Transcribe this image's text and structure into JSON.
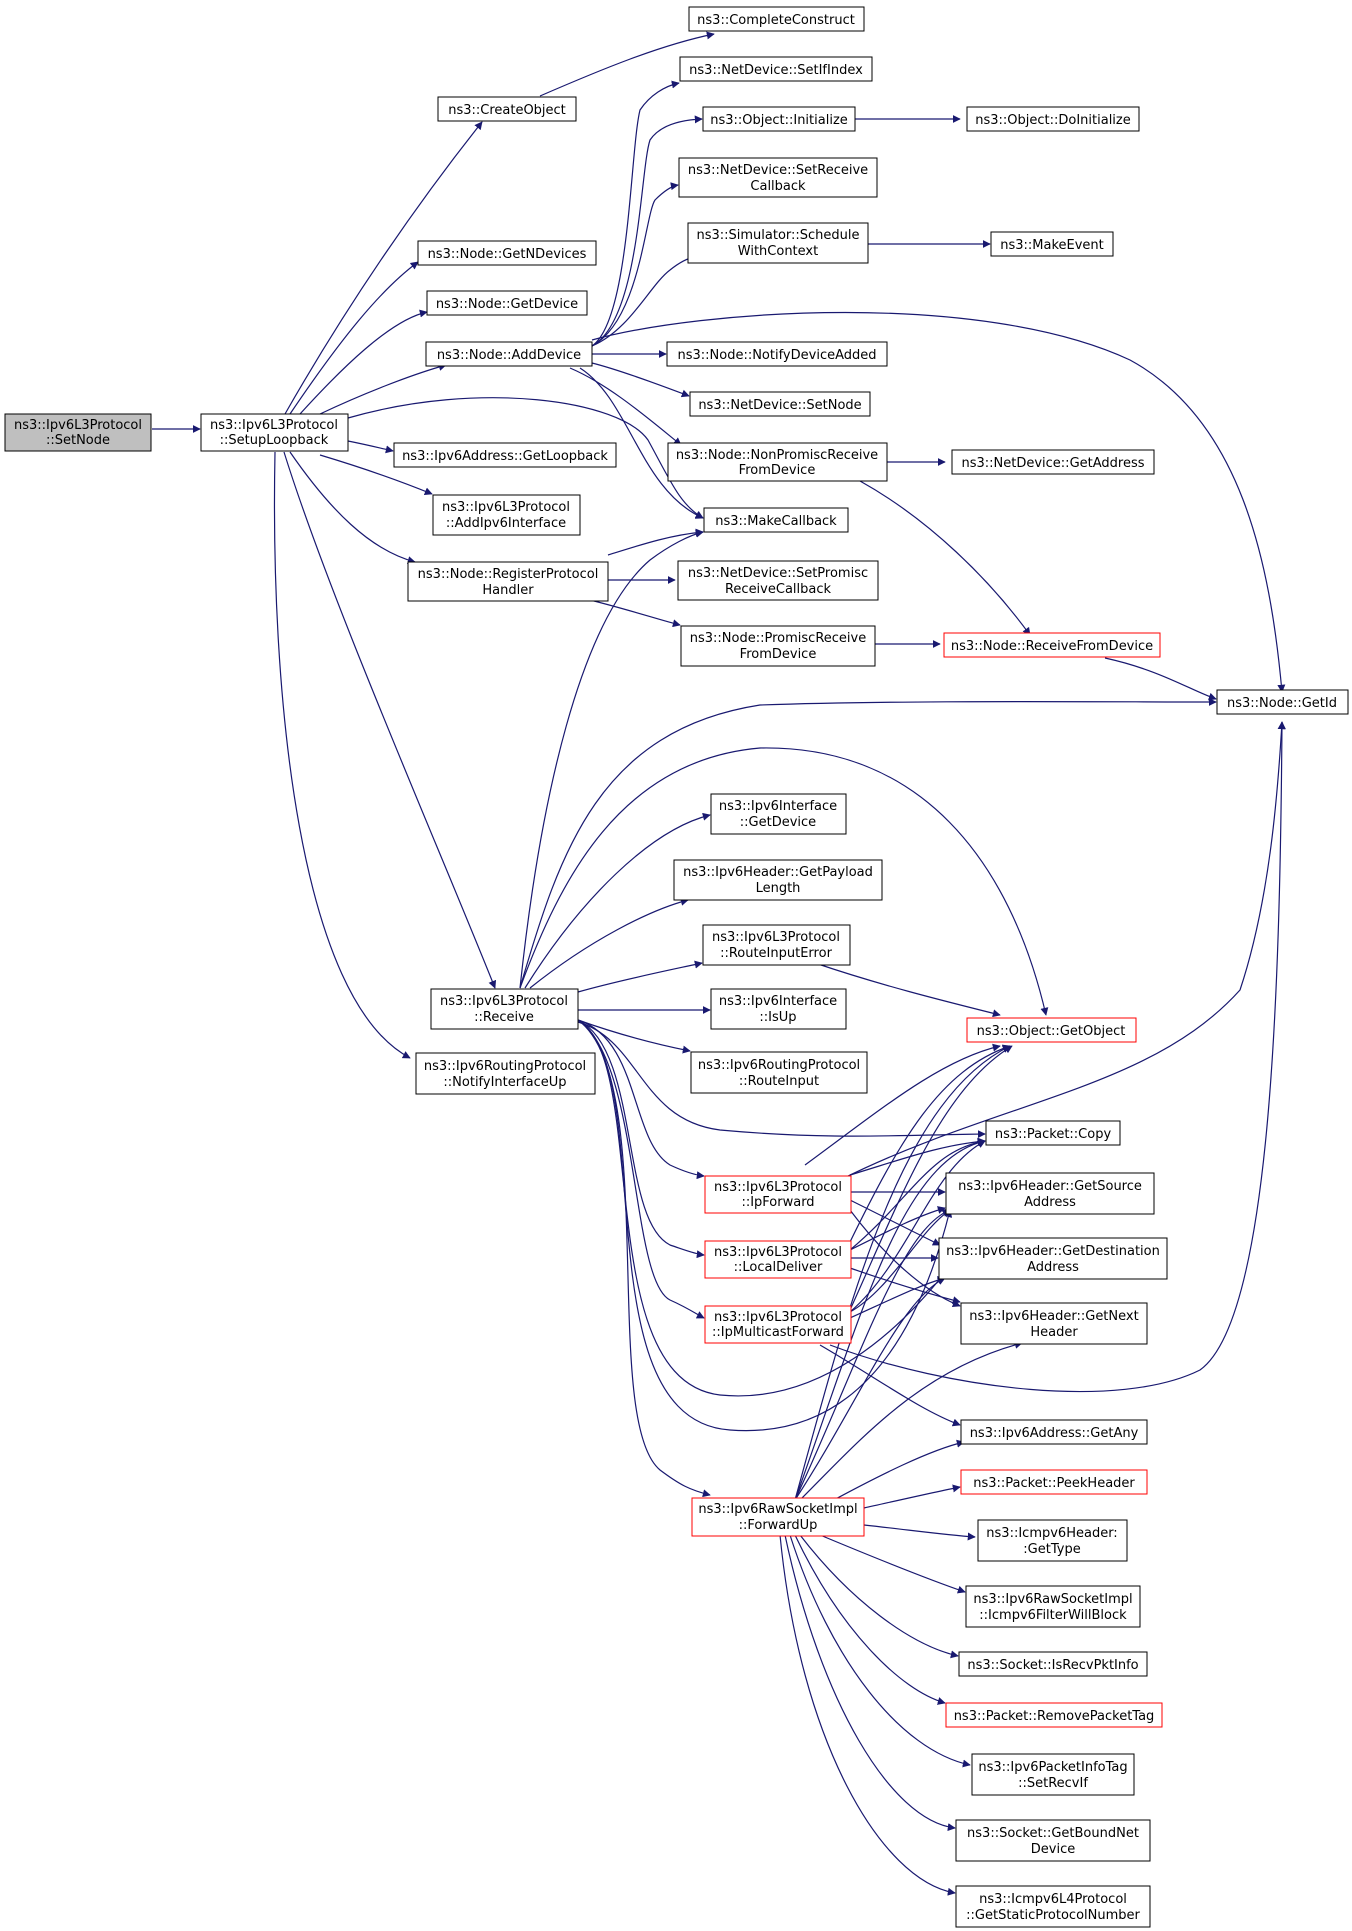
{
  "colors": {
    "edge": "#191970",
    "node_border": "#000000",
    "node_border_truncated": "#ff0000",
    "root_fill": "#bfbfbf",
    "background": "#ffffff"
  },
  "nodes": [
    {
      "id": "setnode",
      "lines": [
        "ns3::Ipv6L3Protocol",
        "::SetNode"
      ],
      "kind": "root"
    },
    {
      "id": "setuploopback",
      "lines": [
        "ns3::Ipv6L3Protocol",
        "::SetupLoopback"
      ],
      "kind": "normal"
    },
    {
      "id": "completeconstruct",
      "lines": [
        "ns3::CompleteConstruct"
      ],
      "kind": "normal"
    },
    {
      "id": "setifindex",
      "lines": [
        "ns3::NetDevice::SetIfIndex"
      ],
      "kind": "normal"
    },
    {
      "id": "createobject",
      "lines": [
        "ns3::CreateObject"
      ],
      "kind": "normal"
    },
    {
      "id": "initialize",
      "lines": [
        "ns3::Object::Initialize"
      ],
      "kind": "normal"
    },
    {
      "id": "doinitialize",
      "lines": [
        "ns3::Object::DoInitialize"
      ],
      "kind": "normal"
    },
    {
      "id": "setreceivecallback",
      "lines": [
        "ns3::NetDevice::SetReceive",
        "Callback"
      ],
      "kind": "normal"
    },
    {
      "id": "schedulewithcontext",
      "lines": [
        "ns3::Simulator::Schedule",
        "WithContext"
      ],
      "kind": "normal"
    },
    {
      "id": "makeevent",
      "lines": [
        "ns3::MakeEvent"
      ],
      "kind": "normal"
    },
    {
      "id": "getndevices",
      "lines": [
        "ns3::Node::GetNDevices"
      ],
      "kind": "normal"
    },
    {
      "id": "getdevice",
      "lines": [
        "ns3::Node::GetDevice"
      ],
      "kind": "normal"
    },
    {
      "id": "adddevice",
      "lines": [
        "ns3::Node::AddDevice"
      ],
      "kind": "normal"
    },
    {
      "id": "notifydeviceadded",
      "lines": [
        "ns3::Node::NotifyDeviceAdded"
      ],
      "kind": "normal"
    },
    {
      "id": "setnode_nd",
      "lines": [
        "ns3::NetDevice::SetNode"
      ],
      "kind": "normal"
    },
    {
      "id": "getloopback",
      "lines": [
        "ns3::Ipv6Address::GetLoopback"
      ],
      "kind": "normal"
    },
    {
      "id": "nonpromisc",
      "lines": [
        "ns3::Node::NonPromiscReceive",
        "FromDevice"
      ],
      "kind": "normal"
    },
    {
      "id": "getaddress",
      "lines": [
        "ns3::NetDevice::GetAddress"
      ],
      "kind": "normal"
    },
    {
      "id": "addipv6interface",
      "lines": [
        "ns3::Ipv6L3Protocol",
        "::AddIpv6Interface"
      ],
      "kind": "normal"
    },
    {
      "id": "makecallback",
      "lines": [
        "ns3::MakeCallback"
      ],
      "kind": "normal"
    },
    {
      "id": "registerprotocolhandler",
      "lines": [
        "ns3::Node::RegisterProtocol",
        "Handler"
      ],
      "kind": "normal"
    },
    {
      "id": "setpromisccb",
      "lines": [
        "ns3::NetDevice::SetPromisc",
        "ReceiveCallback"
      ],
      "kind": "normal"
    },
    {
      "id": "promiscreceive",
      "lines": [
        "ns3::Node::PromiscReceive",
        "FromDevice"
      ],
      "kind": "normal"
    },
    {
      "id": "receivefromdevice",
      "lines": [
        "ns3::Node::ReceiveFromDevice"
      ],
      "kind": "red"
    },
    {
      "id": "getid",
      "lines": [
        "ns3::Node::GetId"
      ],
      "kind": "normal"
    },
    {
      "id": "iface_getdevice",
      "lines": [
        "ns3::Ipv6Interface",
        "::GetDevice"
      ],
      "kind": "normal"
    },
    {
      "id": "getpayloadlength",
      "lines": [
        "ns3::Ipv6Header::GetPayload",
        "Length"
      ],
      "kind": "normal"
    },
    {
      "id": "routeinputerror",
      "lines": [
        "ns3::Ipv6L3Protocol",
        "::RouteInputError"
      ],
      "kind": "normal"
    },
    {
      "id": "receive",
      "lines": [
        "ns3::Ipv6L3Protocol",
        "::Receive"
      ],
      "kind": "normal"
    },
    {
      "id": "isup",
      "lines": [
        "ns3::Ipv6Interface",
        "::IsUp"
      ],
      "kind": "normal"
    },
    {
      "id": "getobject",
      "lines": [
        "ns3::Object::GetObject"
      ],
      "kind": "red"
    },
    {
      "id": "notifyinterfaceup",
      "lines": [
        "ns3::Ipv6RoutingProtocol",
        "::NotifyInterfaceUp"
      ],
      "kind": "normal"
    },
    {
      "id": "routeinput",
      "lines": [
        "ns3::Ipv6RoutingProtocol",
        "::RouteInput"
      ],
      "kind": "normal"
    },
    {
      "id": "packetcopy",
      "lines": [
        "ns3::Packet::Copy"
      ],
      "kind": "normal"
    },
    {
      "id": "ipforward",
      "lines": [
        "ns3::Ipv6L3Protocol",
        "::IpForward"
      ],
      "kind": "red"
    },
    {
      "id": "getsourceaddress",
      "lines": [
        "ns3::Ipv6Header::GetSource",
        "Address"
      ],
      "kind": "normal"
    },
    {
      "id": "localdeliver",
      "lines": [
        "ns3::Ipv6L3Protocol",
        "::LocalDeliver"
      ],
      "kind": "red"
    },
    {
      "id": "getdestaddress",
      "lines": [
        "ns3::Ipv6Header::GetDestination",
        "Address"
      ],
      "kind": "normal"
    },
    {
      "id": "ipmulticastforward",
      "lines": [
        "ns3::Ipv6L3Protocol",
        "::IpMulticastForward"
      ],
      "kind": "red"
    },
    {
      "id": "getnextheader",
      "lines": [
        "ns3::Ipv6Header::GetNext",
        "Header"
      ],
      "kind": "normal"
    },
    {
      "id": "getany",
      "lines": [
        "ns3::Ipv6Address::GetAny"
      ],
      "kind": "normal"
    },
    {
      "id": "forwardup",
      "lines": [
        "ns3::Ipv6RawSocketImpl",
        "::ForwardUp"
      ],
      "kind": "red"
    },
    {
      "id": "peekheader",
      "lines": [
        "ns3::Packet::PeekHeader"
      ],
      "kind": "red"
    },
    {
      "id": "icmpgettype",
      "lines": [
        "ns3::Icmpv6Header:",
        ":GetType"
      ],
      "kind": "normal"
    },
    {
      "id": "icmpfilter",
      "lines": [
        "ns3::Ipv6RawSocketImpl",
        "::Icmpv6FilterWillBlock"
      ],
      "kind": "normal"
    },
    {
      "id": "isrecvpktinfo",
      "lines": [
        "ns3::Socket::IsRecvPktInfo"
      ],
      "kind": "normal"
    },
    {
      "id": "removepackettag",
      "lines": [
        "ns3::Packet::RemovePacketTag"
      ],
      "kind": "red"
    },
    {
      "id": "setrecvif",
      "lines": [
        "ns3::Ipv6PacketInfoTag",
        "::SetRecvIf"
      ],
      "kind": "normal"
    },
    {
      "id": "getboundnetdevice",
      "lines": [
        "ns3::Socket::GetBoundNet",
        "Device"
      ],
      "kind": "normal"
    },
    {
      "id": "getstaticprotocolnumber",
      "lines": [
        "ns3::Icmpv6L4Protocol",
        "::GetStaticProtocolNumber"
      ],
      "kind": "normal"
    }
  ]
}
